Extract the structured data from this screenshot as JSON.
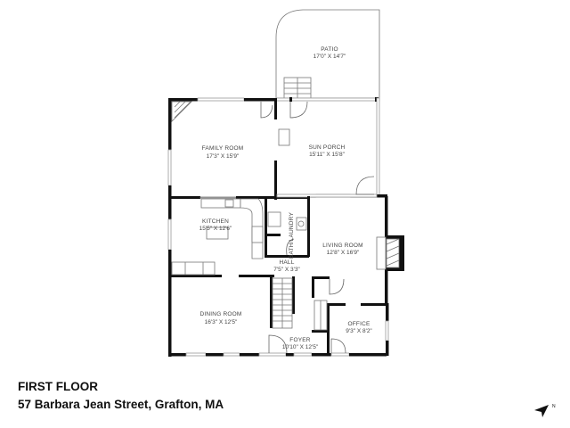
{
  "floor_plan": {
    "floor_title": "FIRST FLOOR",
    "address": "57 Barbara Jean Street, Grafton, MA",
    "rooms": [
      {
        "name": "PATIO",
        "dimensions": "17'0\" X 14'7\""
      },
      {
        "name": "FAMILY ROOM",
        "dimensions": "17'3\" X 15'9\""
      },
      {
        "name": "SUN PORCH",
        "dimensions": "15'11\" X 15'8\""
      },
      {
        "name": "KITCHEN",
        "dimensions": "15'5\" X 12'6\""
      },
      {
        "name": "BATH/LAUNDRY",
        "dimensions": ""
      },
      {
        "name": "LIVING ROOM",
        "dimensions": "12'8\" X 16'9\""
      },
      {
        "name": "HALL",
        "dimensions": "7'5\" X 3'3\""
      },
      {
        "name": "DINING ROOM",
        "dimensions": "16'3\" X 12'5\""
      },
      {
        "name": "OFFICE",
        "dimensions": "9'3\" X 8'2\""
      },
      {
        "name": "FOYER",
        "dimensions": "10'10\" X 12'5\""
      }
    ],
    "compass": {
      "icon": "north-arrow-icon",
      "label": "N"
    },
    "colors": {
      "wall": "#111111",
      "line": "#777777",
      "text": "#444444",
      "background": "#ffffff"
    }
  }
}
